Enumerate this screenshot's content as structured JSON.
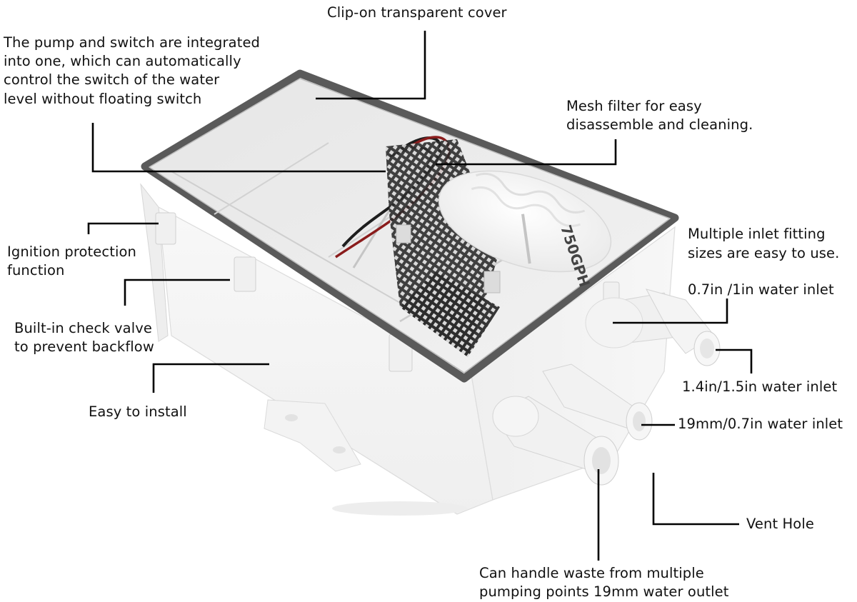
{
  "labels": {
    "cover": "Clip-on transparent cover",
    "pump_switch": [
      "The pump and switch are integrated",
      "into one, which can automatically",
      "control the switch of the water",
      "level without floating switch"
    ],
    "mesh_filter": [
      "Mesh filter for easy",
      "disassemble and cleaning."
    ],
    "multiple_inlet": [
      "Multiple inlet fitting",
      "sizes are easy to use."
    ],
    "ignition": [
      "Ignition protection",
      "function"
    ],
    "check_valve": [
      "Built-in check valve",
      "to prevent backflow"
    ],
    "inlet_07_1": "0.7in /1in water inlet",
    "inlet_14_15": "1.4in/1.5in water inlet",
    "easy_install": "Easy to install",
    "inlet_19mm": "19mm/0.7in water inlet",
    "vent_hole": "Vent Hole",
    "waste": [
      "Can handle waste from multiple",
      "pumping points 19mm water outlet"
    ],
    "pump_badge": "750GPH"
  },
  "colors": {
    "text": "#111111",
    "leader_line": "#000000",
    "box_body": "#f5f5f5",
    "gasket": "#5a5a5a",
    "basket": "#2c2c2c",
    "wire_red": "#8a1c1c"
  }
}
